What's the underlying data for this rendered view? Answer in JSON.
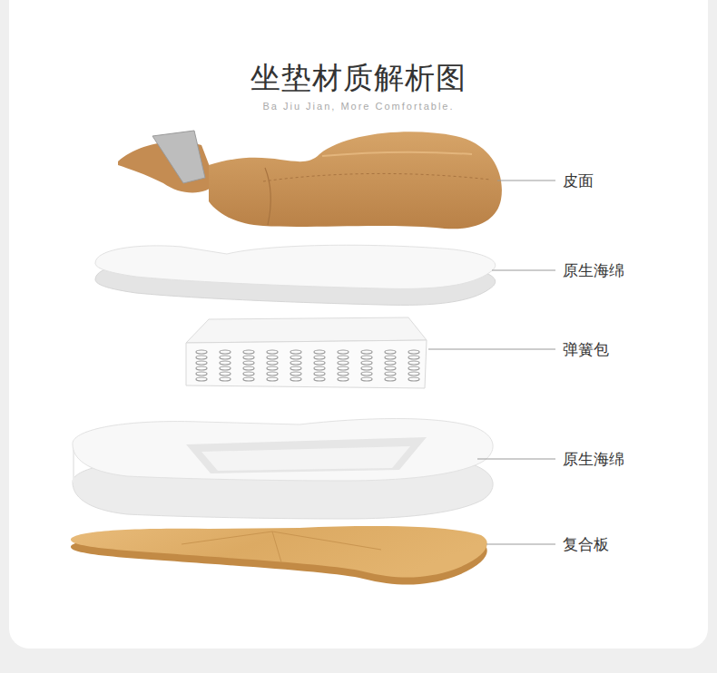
{
  "diagram": {
    "title": "坐垫材质解析图",
    "labels": [
      "Ba Jiu Jian, More Comfortable.",
      "皮面",
      "原生海绵",
      "弹簧包",
      "原生海绵",
      "复合板"
    ]
  }
}
